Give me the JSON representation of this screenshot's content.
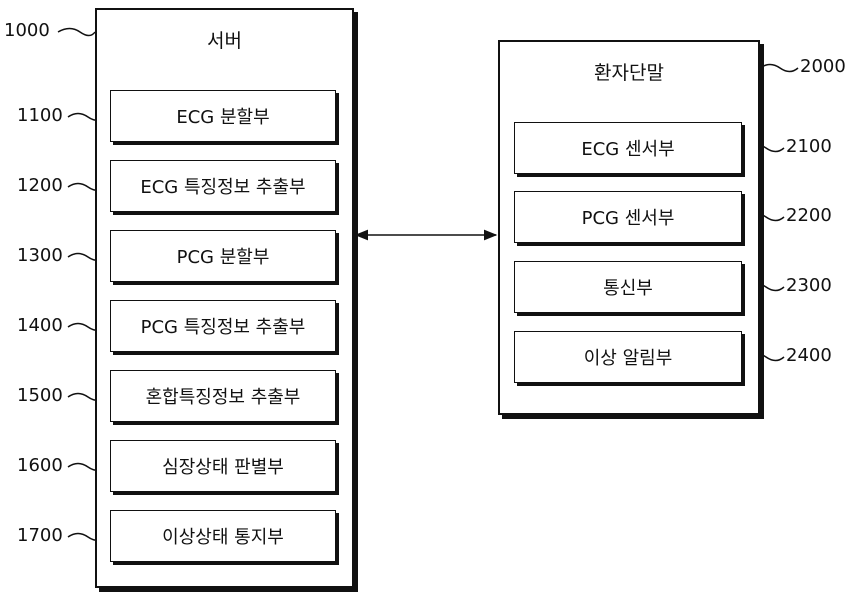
{
  "server": {
    "ref": "1000",
    "title": "서버",
    "modules": [
      {
        "ref": "1100",
        "label": "ECG 분할부"
      },
      {
        "ref": "1200",
        "label": "ECG 특징정보 추출부"
      },
      {
        "ref": "1300",
        "label": "PCG 분할부"
      },
      {
        "ref": "1400",
        "label": "PCG 특징정보 추출부"
      },
      {
        "ref": "1500",
        "label": "혼합특징정보 추출부"
      },
      {
        "ref": "1600",
        "label": "심장상태 판별부"
      },
      {
        "ref": "1700",
        "label": "이상상태 통지부"
      }
    ]
  },
  "terminal": {
    "ref": "2000",
    "title": "환자단말",
    "modules": [
      {
        "ref": "2100",
        "label": "ECG 센서부"
      },
      {
        "ref": "2200",
        "label": "PCG 센서부"
      },
      {
        "ref": "2300",
        "label": "통신부"
      },
      {
        "ref": "2400",
        "label": "이상 알림부"
      }
    ]
  }
}
